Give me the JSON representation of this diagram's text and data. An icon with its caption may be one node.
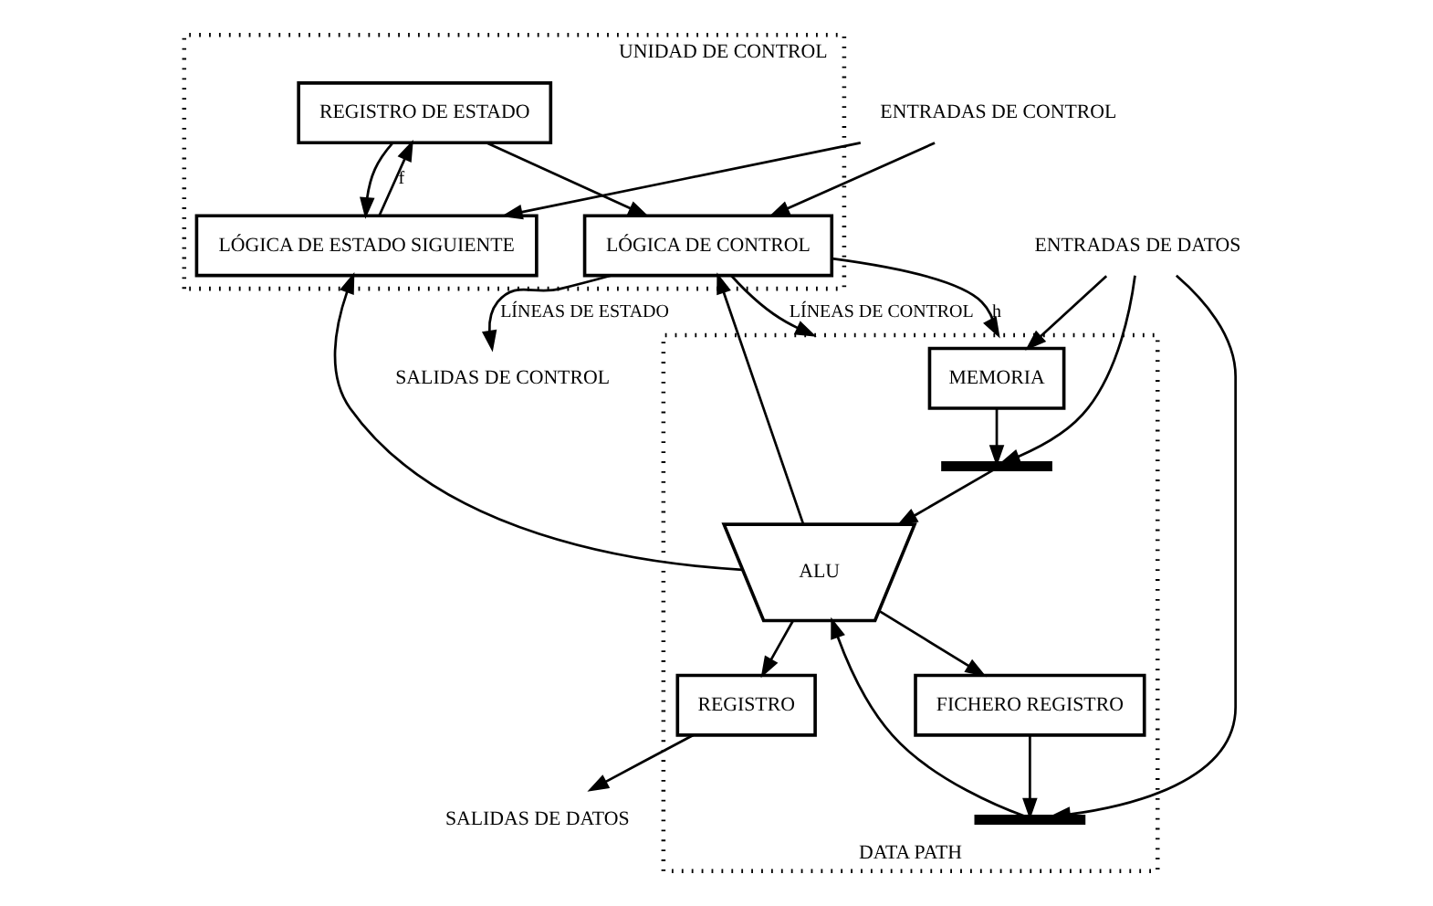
{
  "diagram": {
    "nodes": [
      {
        "text": [
          "UNIDAD DE CONTROL"
        ]
      },
      {
        "text": [
          "REGISTRO DE ESTADO"
        ],
        "in": 0
      },
      {
        "text": [
          "LÓGICA DE ESTADO SIGUIENTE"
        ],
        "in": 0
      },
      {
        "text": [
          "LÓGICA DE CONTROL"
        ],
        "in": 0
      },
      {
        "text": [
          "DATA PATH"
        ]
      },
      {
        "text": [
          "MEMORIA"
        ],
        "in": 4
      },
      {
        "text": [
          "FICHERO REGISTRO"
        ],
        "in": 4
      },
      {
        "text": [],
        "shape": "bar",
        "in": 4
      },
      {
        "text": [],
        "shape": "bar",
        "in": 4
      },
      {
        "text": [
          "ALU"
        ],
        "in": 4
      },
      {
        "text": [
          "REGISTRO"
        ],
        "in": 4
      },
      {
        "text": [
          "ENTRADAS DE CONTROL"
        ]
      },
      {
        "text": [
          "ENTRADAS DE DATOS"
        ]
      },
      {
        "text": [
          "SALIDAS DE CONTROL"
        ]
      },
      {
        "text": [
          "SALIDAS DE DATOS"
        ]
      }
    ],
    "edges": [
      {
        "from": 11,
        "to": 3,
        "arrow": "to"
      },
      {
        "from": 11,
        "to": 2,
        "arrow": "to"
      },
      {
        "from": 1,
        "to": 2,
        "arrow": "to"
      },
      {
        "from": 1,
        "to": 3,
        "arrow": "to"
      },
      {
        "from": 2,
        "to": 1,
        "arrow": "to",
        "label": "f"
      },
      {
        "from": 3,
        "to": 4,
        "arrow": "to",
        "label": "LÍNEAS DE CONTROL"
      },
      {
        "from": 3,
        "to": 4,
        "arrow": "to",
        "label": "h"
      },
      {
        "from": 3,
        "to": 13,
        "arrow": "to",
        "label": "LÍNEAS DE ESTADO"
      },
      {
        "from": 9,
        "to": 2,
        "arrow": "to"
      },
      {
        "from": 9,
        "to": 3,
        "arrow": "to"
      },
      {
        "from": 12,
        "to": 5,
        "arrow": "to"
      },
      {
        "from": 12,
        "to": 7,
        "arrow": "to"
      },
      {
        "from": 12,
        "to": 8,
        "arrow": "to"
      },
      {
        "from": 5,
        "to": 7,
        "arrow": "to"
      },
      {
        "from": 6,
        "to": 8,
        "arrow": "to"
      },
      {
        "from": 7,
        "to": 9,
        "arrow": "to"
      },
      {
        "from": 8,
        "to": 9,
        "arrow": "to"
      },
      {
        "from": 9,
        "to": 6,
        "arrow": "to"
      },
      {
        "from": 9,
        "to": 10,
        "arrow": "to"
      },
      {
        "from": 10,
        "to": 14,
        "arrow": "to"
      }
    ]
  }
}
